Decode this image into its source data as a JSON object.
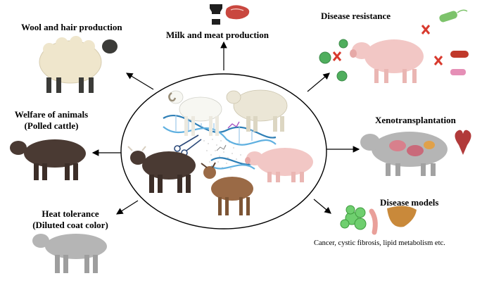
{
  "labels": {
    "wool": "Wool and hair production",
    "milk_meat": "Milk and meat production",
    "disease_resistance": "Disease resistance",
    "welfare_line1": "Welfare of animals",
    "welfare_line2": "(Polled cattle)",
    "xeno": "Xenotransplantation",
    "heat_line1": "Heat tolerance",
    "heat_line2": "(Diluted coat color)",
    "disease_models": "Disease models",
    "disease_models_examples": "Cancer, cystic fibrosis, lipid metabolism etc."
  },
  "icons": [
    "sheep-icon",
    "milk-bottle-icon",
    "meat-steak-icon",
    "pig-icon",
    "bacteria-icon",
    "virus-icon",
    "blocked-x-icon",
    "cattle-icon",
    "goat-icon",
    "dna-helix-icon",
    "scissors-icon",
    "heart-icon",
    "tumor-cell-icon",
    "liver-icon"
  ],
  "colors": {
    "arrow": "#000000",
    "pig": "#f2c7c5",
    "cattle_dark": "#4a3a33",
    "cattle_grey": "#b5b5b5",
    "sheep_wool": "#efe6cc",
    "goat": "#9a6a46",
    "dna": "#2f7fb6",
    "virus": "#4fae5d",
    "blocked": "#d83a2e"
  }
}
